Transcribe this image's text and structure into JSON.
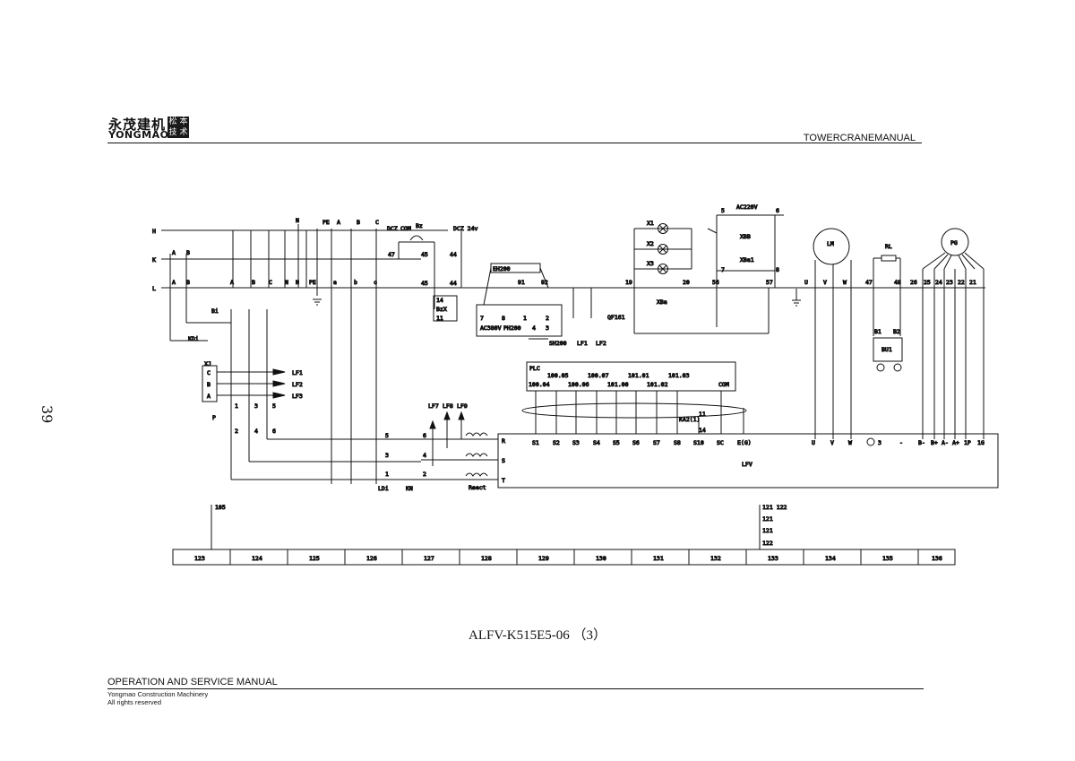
{
  "header": {
    "logo_cn": "永茂建机",
    "logo_en": "YONGMAO",
    "seal_chars": [
      "松",
      "本",
      "技",
      "术"
    ],
    "manual_title": "TOWERCRANEMANUAL"
  },
  "page_number": "39",
  "caption": "ALFV-K515E5-06 （3）",
  "footer": {
    "title": "OPERATION AND SERVICE MANUAL",
    "company": "Yongmao Construction Machinery",
    "rights": "All rights reserved"
  },
  "diagram": {
    "bus_labels": [
      "H",
      "K",
      "L"
    ],
    "top_labels": [
      "N",
      "PE",
      "A",
      "B",
      "C"
    ],
    "line_labels_K": [
      "A",
      "B"
    ],
    "line_labels_L": [
      "A",
      "B",
      "A",
      "B",
      "C",
      "N",
      "N",
      "PE",
      "a",
      "b",
      "c"
    ],
    "dc_labels": [
      "DCZ",
      "COM",
      "Bz",
      "DCZ 24v"
    ],
    "dc_terms": [
      "47",
      "45",
      "44",
      "45",
      "44"
    ],
    "bzx": [
      "14",
      "BzX",
      "11"
    ],
    "eh": "EH200",
    "eh_terms": [
      "91",
      "92",
      "7",
      "8",
      "1",
      "2",
      "4",
      "3"
    ],
    "ph_labels": [
      "AC380V",
      "PH200",
      "SH200"
    ],
    "qf": "QF161",
    "lf_right": [
      "LF1",
      "LF2"
    ],
    "lamps": [
      "X1",
      "X2",
      "X3"
    ],
    "ac_labels": [
      "AC220V",
      "XBB",
      "XBa1",
      "XBa"
    ],
    "ac_terms": [
      "5",
      "6",
      "7",
      "8",
      "19",
      "20",
      "56",
      "57"
    ],
    "motor_lm": "LM",
    "motor_lm_terms": [
      "U",
      "V",
      "W"
    ],
    "rl": "RL",
    "rl_terms": [
      "47",
      "48",
      "B1",
      "B2",
      "BU1"
    ],
    "pg": "PG",
    "pg_terms": [
      "26",
      "25",
      "24",
      "23",
      "22",
      "21"
    ],
    "left_labels": [
      "Bi",
      "KDi",
      "XJ",
      "C",
      "B",
      "A",
      "P"
    ],
    "lf_left": [
      "LF1",
      "LF2",
      "LF3"
    ],
    "switch_nums": [
      "1",
      "3",
      "5",
      "2",
      "4",
      "6"
    ],
    "ld_labels": [
      "LDi",
      "KN",
      "Reect"
    ],
    "lf_mid": [
      "LF7",
      "LF8",
      "LF9"
    ],
    "ld_nums": [
      "5",
      "6",
      "3",
      "4",
      "1",
      "2"
    ],
    "rst": [
      "R",
      "S",
      "T"
    ],
    "plc_title": "PLC",
    "plc_top": [
      "100.05",
      "100.07",
      "101.01",
      "101.03"
    ],
    "plc_bot": [
      "100.04",
      "100.06",
      "101.00",
      "101.02",
      "COM"
    ],
    "ka": [
      "KA2(1)",
      "11",
      "14"
    ],
    "lfv_terms": [
      "S1",
      "S2",
      "S3",
      "S4",
      "S5",
      "S6",
      "S7",
      "S8",
      "S10",
      "SC",
      "E(G)",
      "U",
      "V",
      "W",
      "3",
      "-",
      "B-",
      "B+",
      "A-",
      "A+",
      "1P",
      "1G"
    ],
    "lfv": "LFV",
    "bottom_refs": [
      "105",
      "121 122",
      "121",
      "121",
      "122"
    ],
    "ruler": [
      "123",
      "124",
      "125",
      "126",
      "127",
      "128",
      "129",
      "130",
      "131",
      "132",
      "133",
      "134",
      "135",
      "136"
    ]
  }
}
